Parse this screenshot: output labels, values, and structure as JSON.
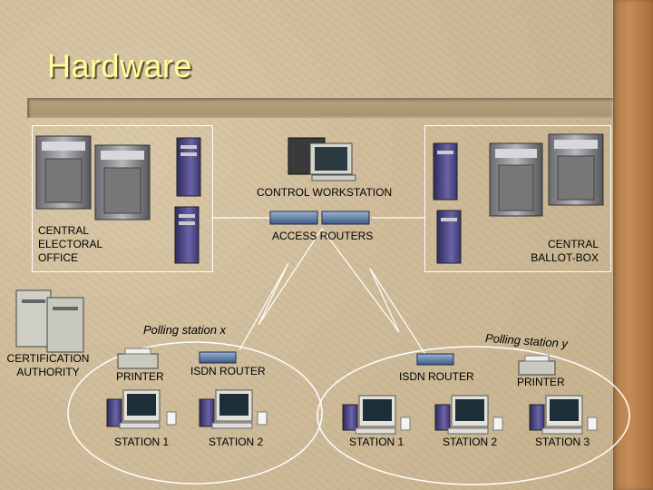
{
  "title": "Hardware",
  "labels": {
    "control_workstation": "CONTROL WORKSTATION",
    "access_routers": "ACCESS ROUTERS",
    "central_electoral_office": [
      "CENTRAL",
      "ELECTORAL",
      "OFFICE"
    ],
    "central_ballot_box": [
      "CENTRAL",
      "BALLOT-BOX"
    ],
    "certification_authority": [
      "CERTIFICATION",
      "AUTHORITY"
    ],
    "polling_station_x": "Polling station x",
    "polling_station_y": "Polling station y",
    "printer_left": "PRINTER",
    "isdn_router_left": "ISDN ROUTER",
    "isdn_router_right": "ISDN ROUTER",
    "printer_right": "PRINTER",
    "stations_x": [
      "STATION 1",
      "STATION 2"
    ],
    "stations_y": [
      "STATION 1",
      "STATION 2",
      "STATION 3"
    ]
  },
  "colors": {
    "title": "#ffff99",
    "background": "#cfbc9a",
    "border": "#b07a48"
  }
}
